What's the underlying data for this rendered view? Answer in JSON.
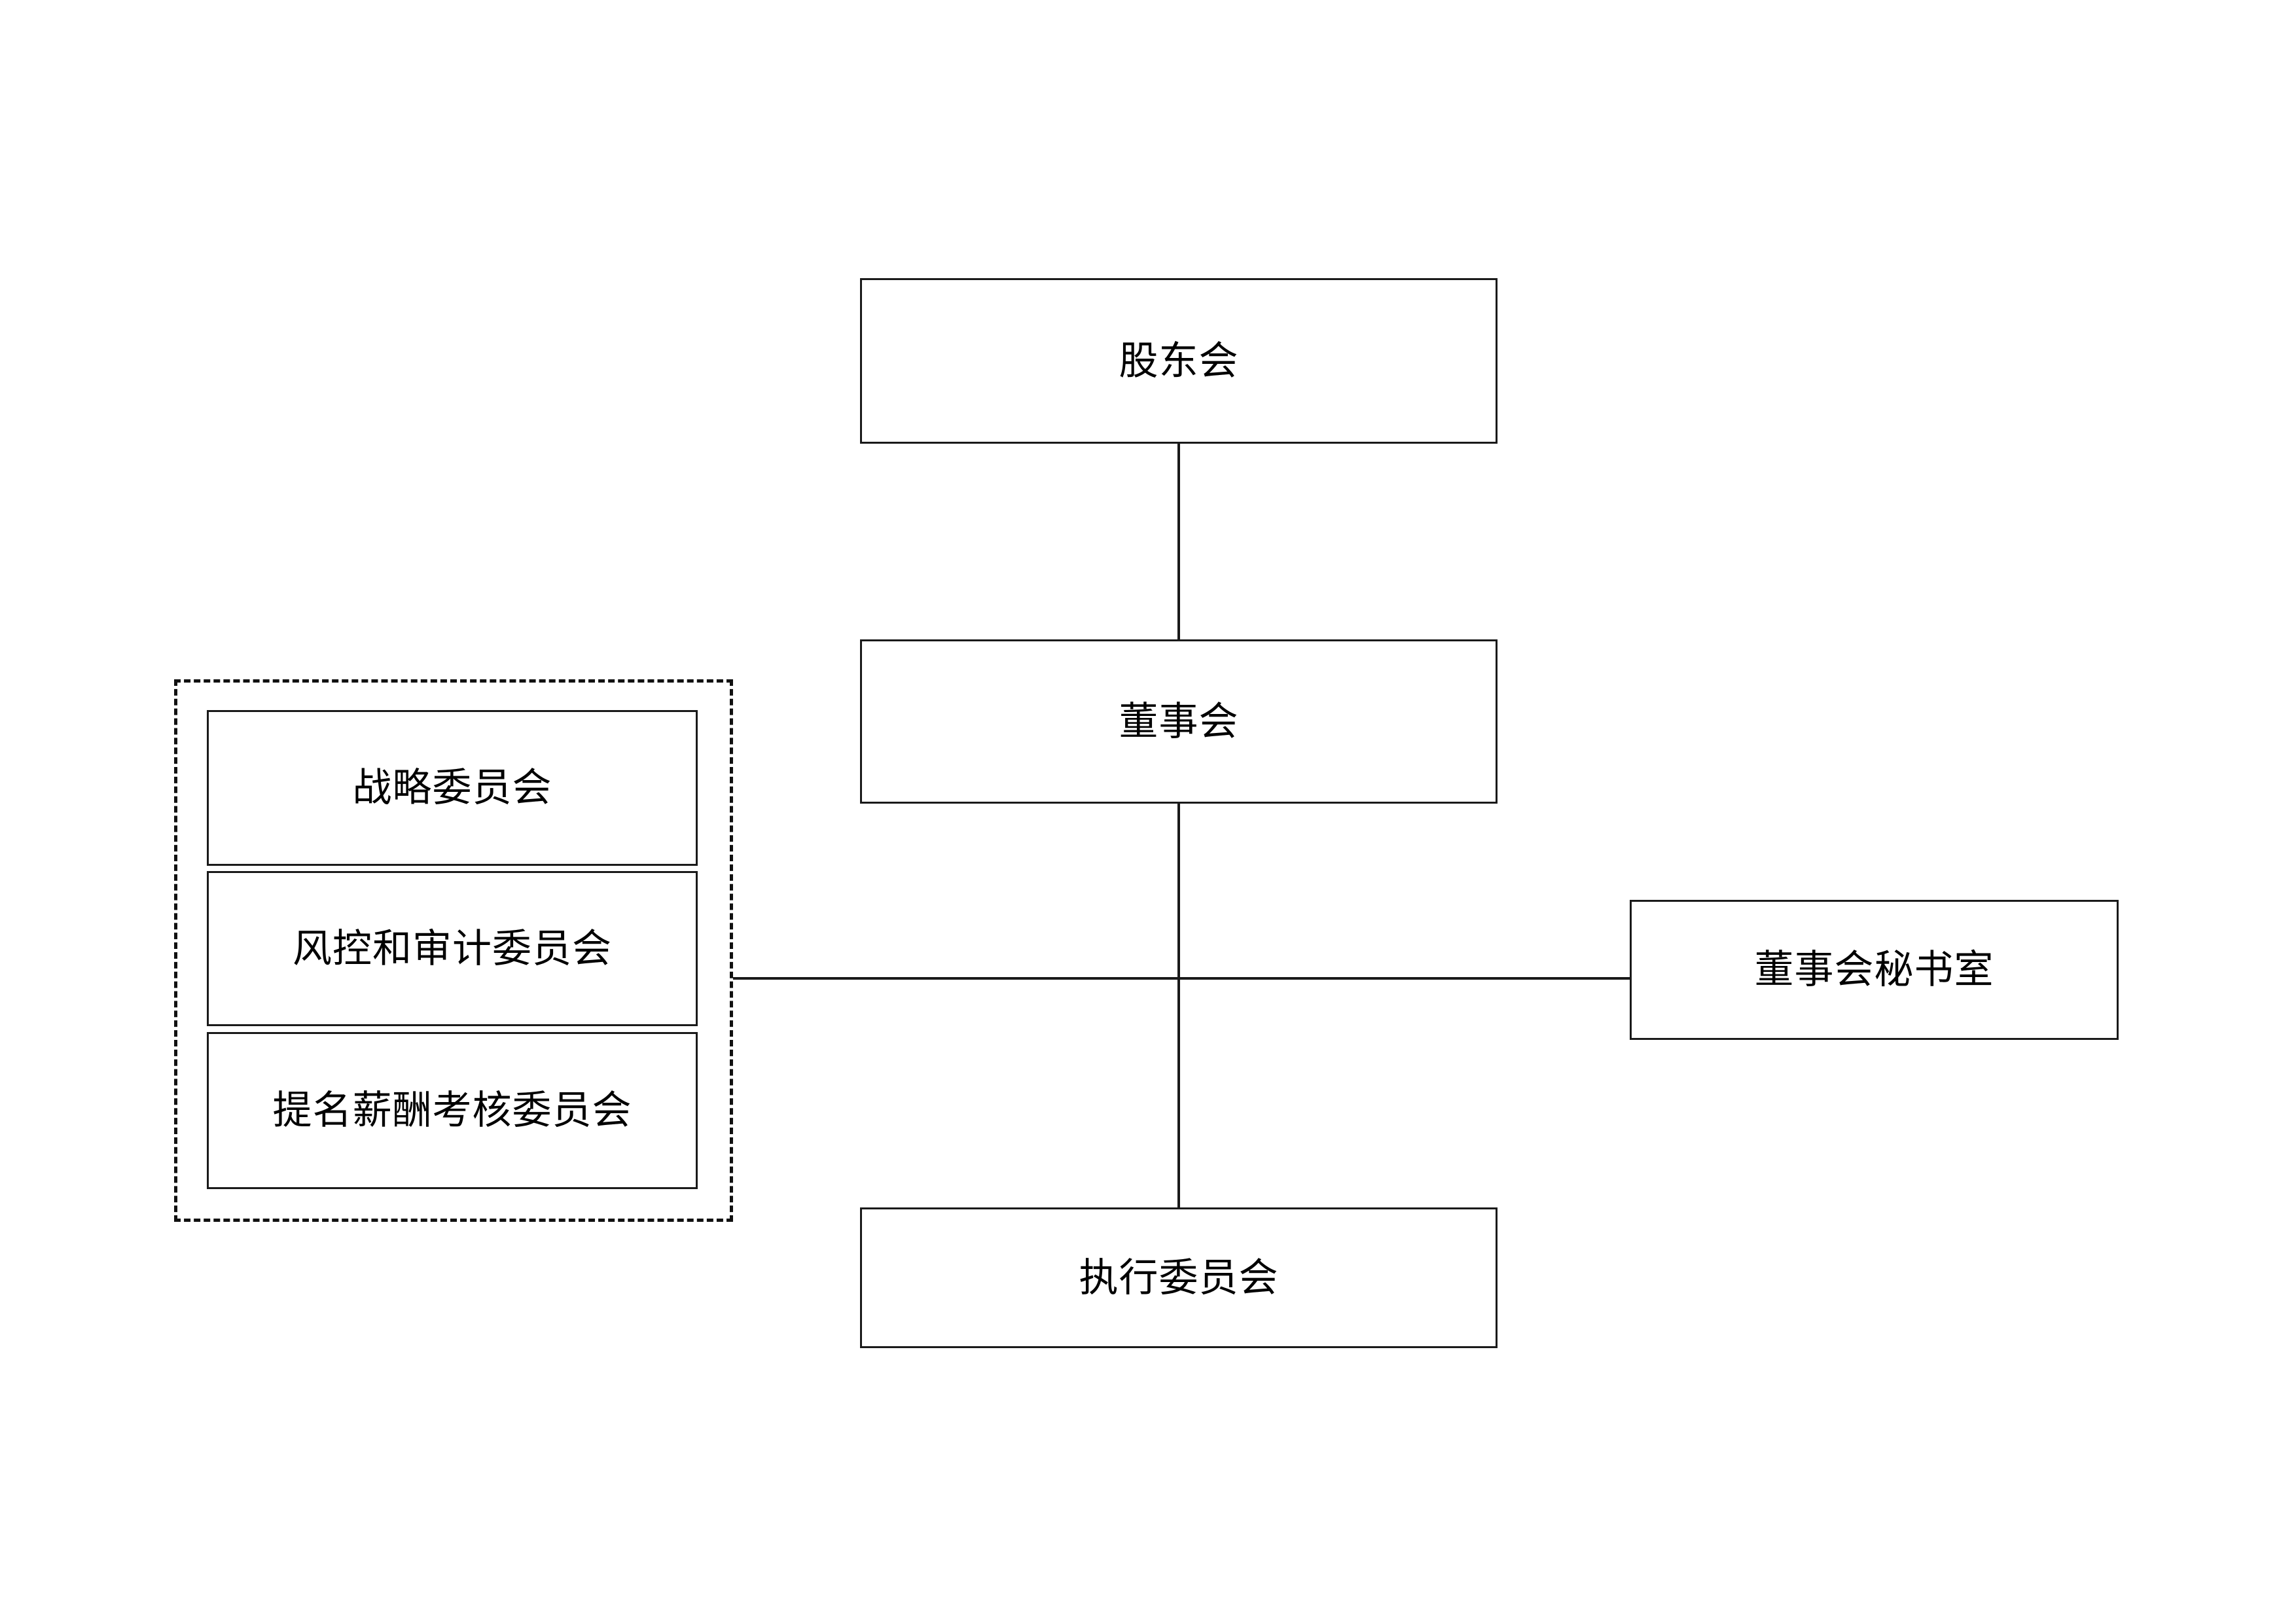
{
  "diagram": {
    "type": "org-chart",
    "nodes": {
      "shareholders": {
        "label": "股东会"
      },
      "board": {
        "label": "董事会"
      },
      "executive": {
        "label": "执行委员会"
      },
      "secretary": {
        "label": "董事会秘书室"
      },
      "strategy": {
        "label": "战略委员会"
      },
      "risk_audit": {
        "label": "风控和审计委员会"
      },
      "nomination": {
        "label": "提名薪酬考核委员会"
      }
    },
    "group": {
      "committees_border_style": "dashed"
    },
    "colors": {
      "background": "#ffffff",
      "box_border": "#1a1a1a",
      "dashed_border": "#111111",
      "text": "#000000",
      "connector": "#1a1a1a"
    },
    "connectors": [
      {
        "from": "shareholders",
        "to": "board",
        "orientation": "vertical"
      },
      {
        "from": "board",
        "to": "executive",
        "orientation": "vertical"
      },
      {
        "from": "committees",
        "to": "secretary",
        "orientation": "horizontal"
      }
    ]
  }
}
